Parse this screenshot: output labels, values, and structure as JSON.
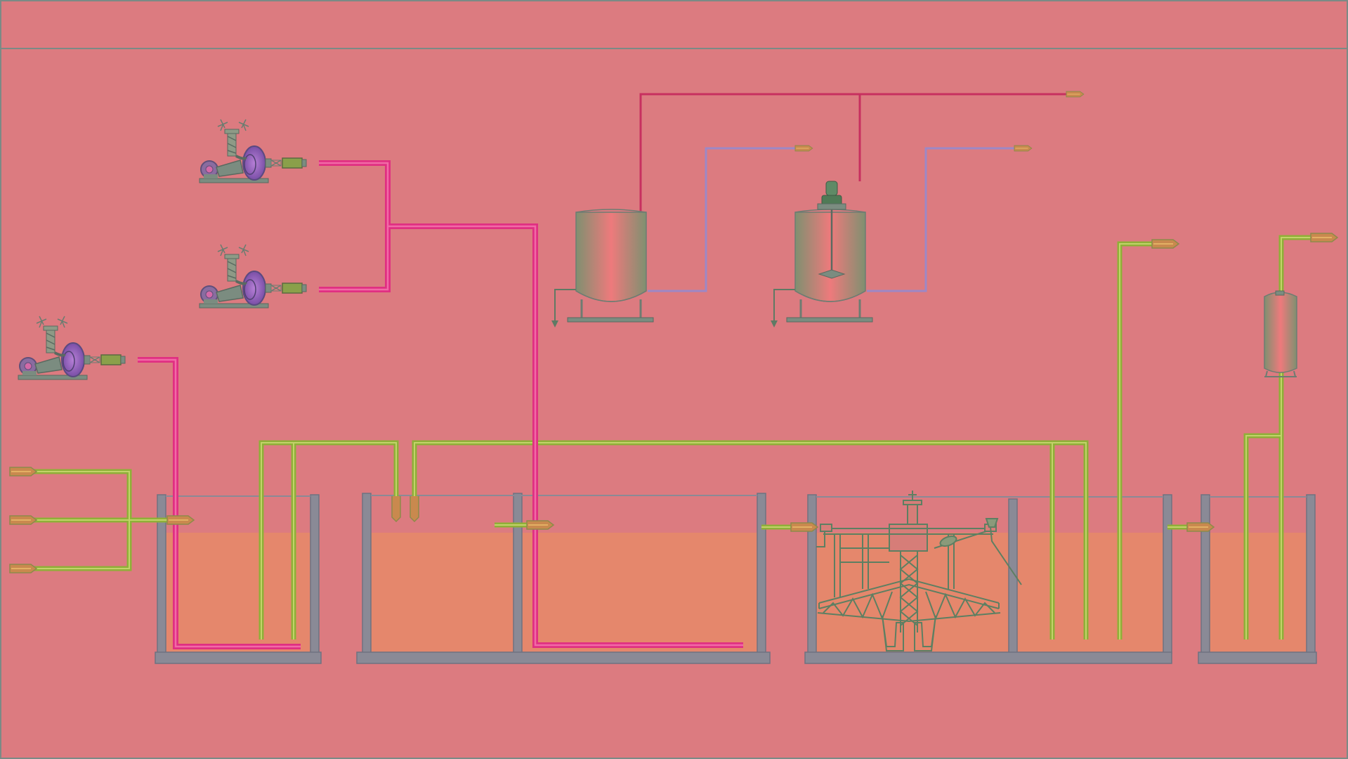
{
  "diagram": {
    "type": "process-flow",
    "colors": {
      "background": "#dc7b80",
      "pipe_process": "#8fb038",
      "pipe_sludge": "#e02f82",
      "line_reagent": "#c7305f",
      "line_feed": "#9c88c6",
      "water": "#e5876c",
      "tank_wall": "#8a8a96"
    },
    "components": {
      "pumps": 3,
      "dosing_tanks": 2,
      "agitator_tanks": 1,
      "basins": 4,
      "clarifier_scrapers": 1,
      "filter_vessels": 1,
      "inlet_pipes": 3
    }
  }
}
